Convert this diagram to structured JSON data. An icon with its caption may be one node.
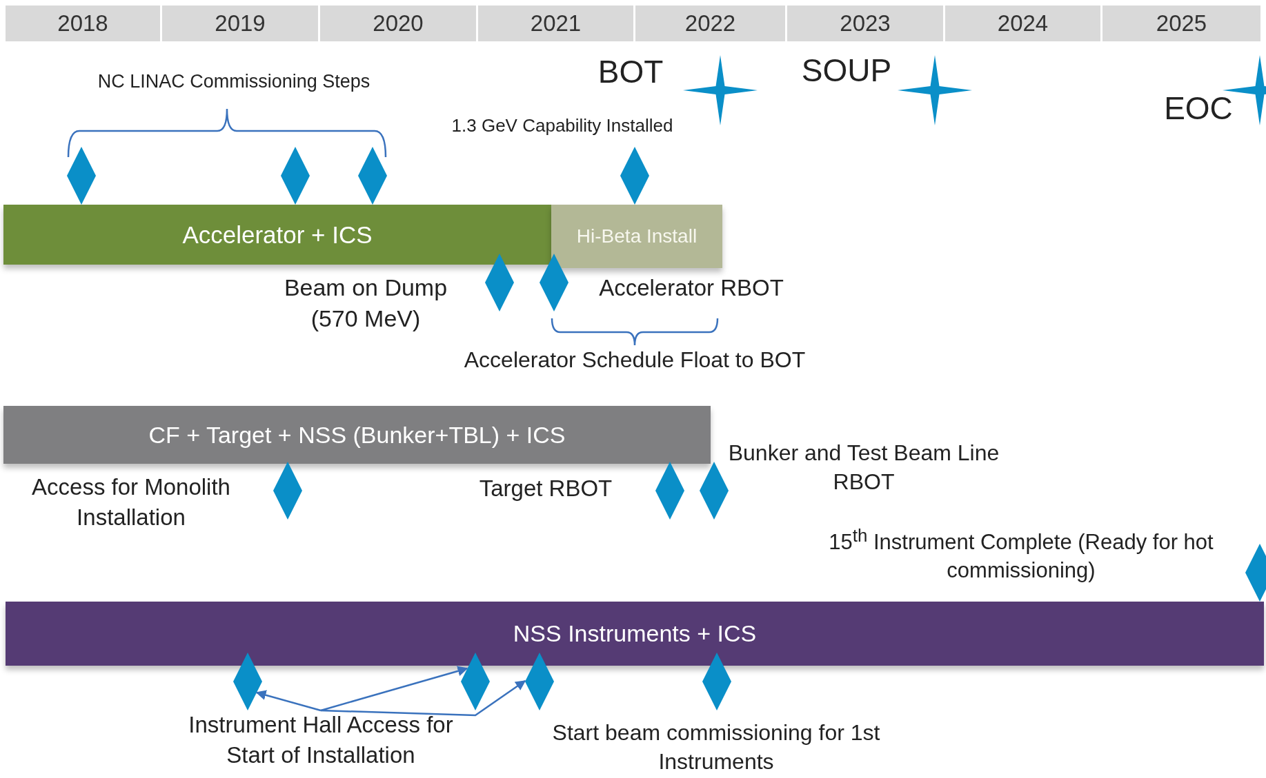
{
  "diagram": {
    "nodes": [
      {
        "text": [
          "2018"
        ]
      },
      {
        "text": [
          "2019"
        ]
      },
      {
        "text": [
          "2020"
        ]
      },
      {
        "text": [
          "2021"
        ]
      },
      {
        "text": [
          "2022"
        ]
      },
      {
        "text": [
          "2023"
        ]
      },
      {
        "text": [
          "2024"
        ]
      },
      {
        "text": [
          "2025"
        ]
      },
      {
        "text": [],
        "shape": "star"
      },
      {
        "text": [],
        "shape": "star"
      },
      {
        "text": [],
        "shape": "star"
      },
      {
        "text": [],
        "shape": "diamond"
      },
      {
        "text": [],
        "shape": "diamond"
      },
      {
        "text": [],
        "shape": "diamond"
      },
      {
        "text": [],
        "shape": "diamond"
      },
      {
        "text": [
          "Accelerator + ICS"
        ]
      },
      {
        "text": [
          "Hi-Beta Install"
        ]
      },
      {
        "text": [],
        "shape": "diamond"
      },
      {
        "text": [],
        "shape": "diamond"
      },
      {
        "text": [
          "CF + Target + NSS (Bunker+TBL) + ICS"
        ]
      },
      {
        "text": [],
        "shape": "diamond"
      },
      {
        "text": [],
        "shape": "diamond"
      },
      {
        "text": [],
        "shape": "diamond"
      },
      {
        "text": [],
        "shape": "diamond"
      },
      {
        "text": [
          "NSS Instruments + ICS"
        ]
      },
      {
        "text": [],
        "shape": "diamond"
      },
      {
        "text": [],
        "shape": "diamond"
      },
      {
        "text": [],
        "shape": "diamond"
      },
      {
        "text": [],
        "shape": "diamond"
      },
      {
        "text": [
          "Instrument Hall Access for Start of Installation"
        ]
      }
    ],
    "edges": [
      {
        "from": 29,
        "to": 25,
        "arrow": "to"
      },
      {
        "from": 29,
        "to": 26,
        "arrow": "to"
      },
      {
        "from": 29,
        "to": 27,
        "arrow": "to"
      }
    ],
    "labels": [
      "NC LINAC Commissioning Steps",
      "BOT",
      "SOUP",
      "1.3 GeV Capability Installed",
      "EOC",
      "Beam on Dump (570 MeV)",
      "Accelerator RBOT",
      "Accelerator Schedule Float to BOT",
      "Access for Monolith Installation",
      "Target RBOT",
      "Bunker and Test Beam Line RBOT",
      "15$^{th}$ Instrument Complete (Ready for hot commissioning)",
      "Start beam commissioning for 1st Instruments"
    ]
  }
}
